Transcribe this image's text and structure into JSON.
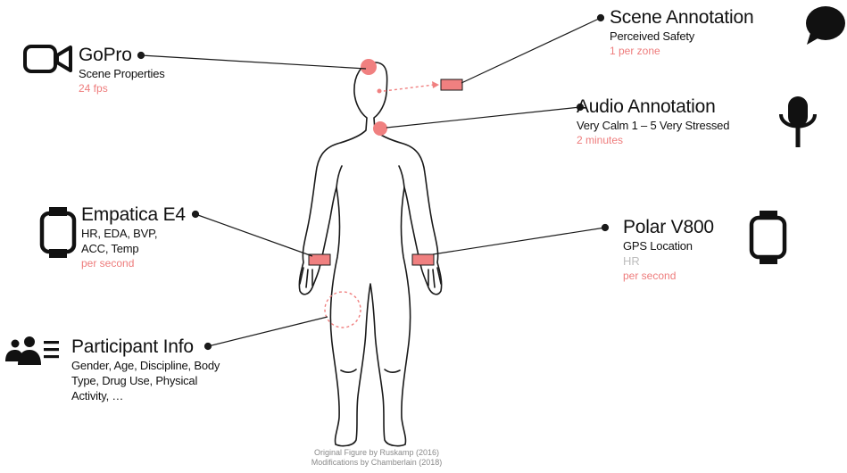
{
  "sensors": {
    "gopro": {
      "title": "GoPro",
      "line1": "Scene Properties",
      "rate": "24 fps",
      "icon": "video-camera-icon"
    },
    "scene": {
      "title": "Scene Annotation",
      "line1": "Perceived Safety",
      "rate": "1 per zone",
      "icon": "speech-bubble-icon"
    },
    "audio": {
      "title": "Audio Annotation",
      "line1": "Very Calm 1 – 5 Very Stressed",
      "rate": "2 minutes",
      "icon": "microphone-icon"
    },
    "empatica": {
      "title": "Empatica E4",
      "line1": "HR, EDA, BVP,",
      "line2": "ACC, Temp",
      "rate": "per second",
      "icon": "smartwatch-icon"
    },
    "polar": {
      "title": "Polar V800",
      "line1": "GPS Location",
      "line2": "HR",
      "rate": "per second",
      "icon": "watch-icon"
    },
    "participant": {
      "title": "Participant Info",
      "line1": "Gender, Age, Discipline, Body",
      "line2": "Type, Drug Use, Physical",
      "line3": "Activity, …",
      "icon": "group-of-people-icon"
    }
  },
  "credits": {
    "line1": "Original Figure by Ruskamp (2016)",
    "line2": "Modifications by Chamberlain (2018)"
  },
  "colors": {
    "accent": "#ee7c7c",
    "marker_fill": "#f08080",
    "ink": "#111111",
    "muted": "#bdbdbd"
  }
}
